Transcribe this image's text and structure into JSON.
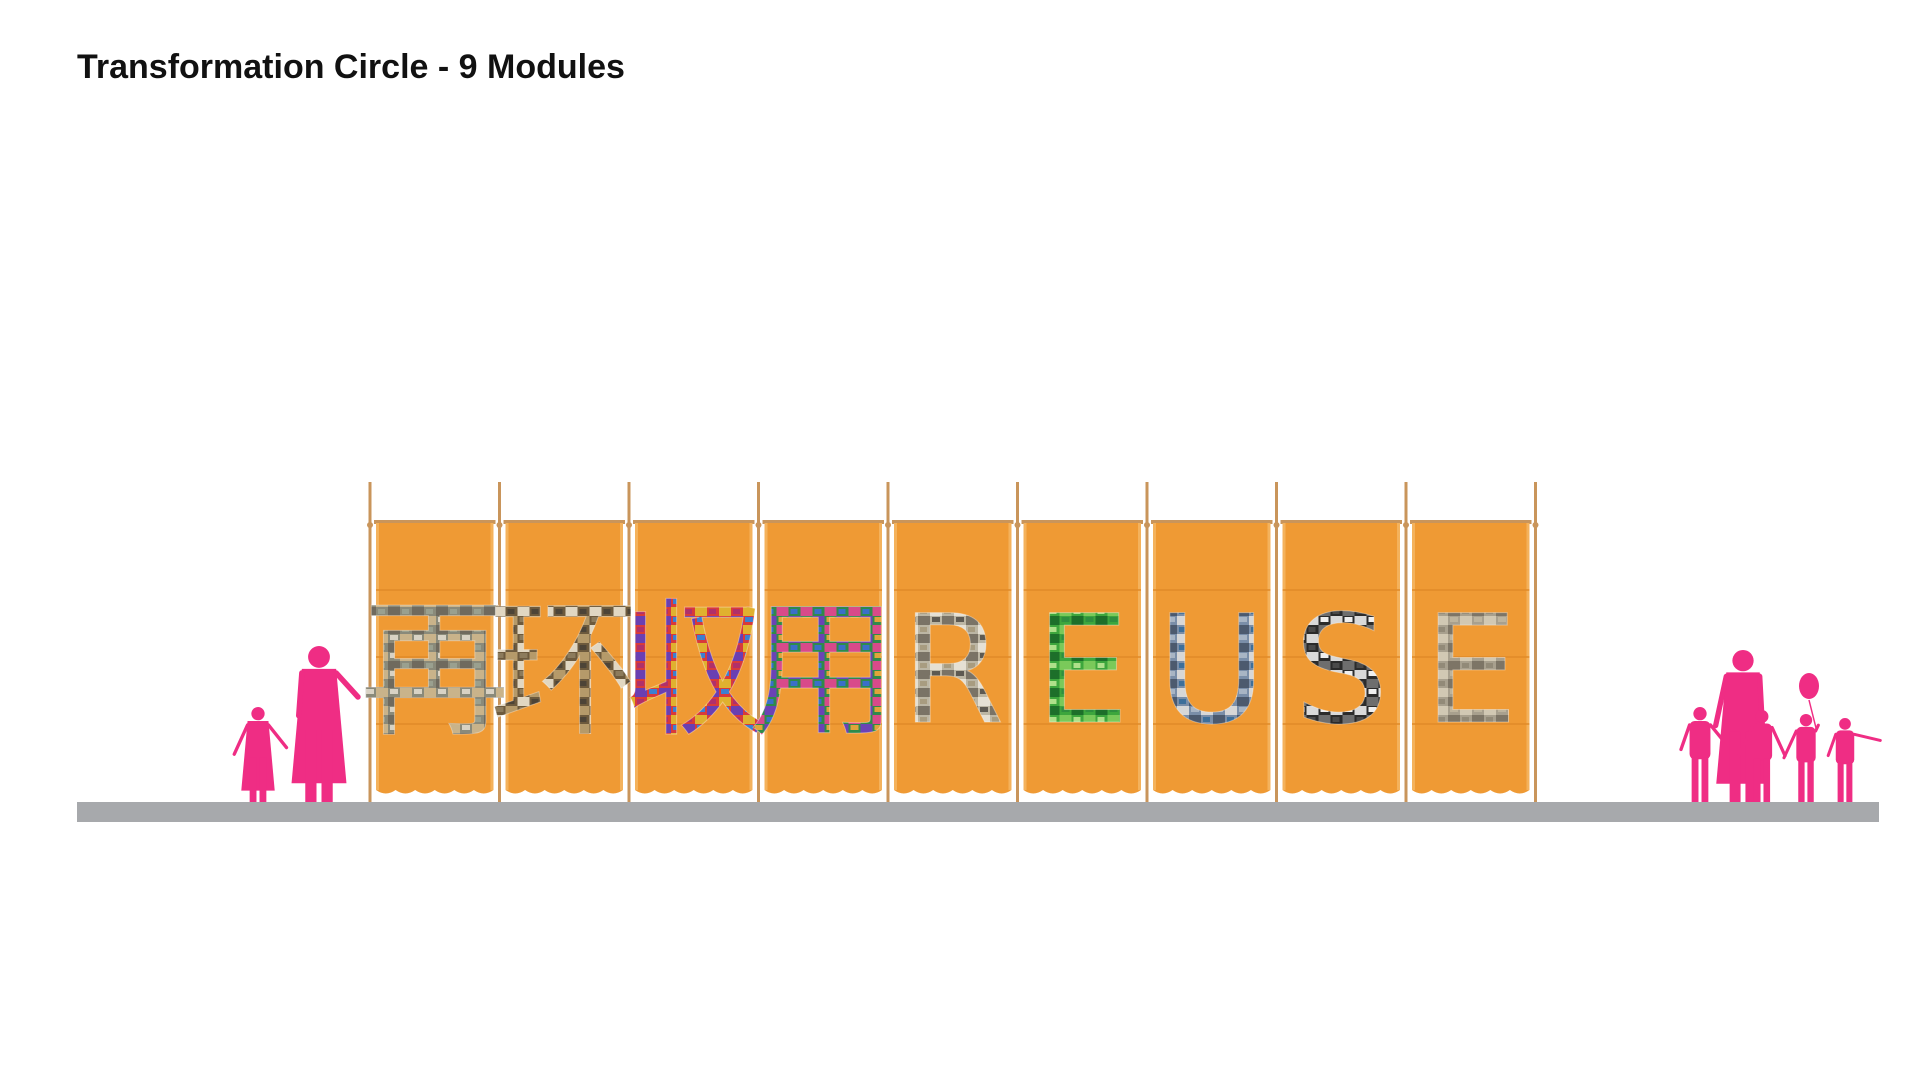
{
  "title": "Transformation Circle - 9 Modules",
  "colors": {
    "banner": "#ef9a34",
    "banner_edge": "#f4b25c",
    "pole": "#c9955b",
    "ground": "#a7a9ac",
    "figures": "#ef2d84"
  },
  "modules": [
    {
      "glyph": "再",
      "collage": [
        "#8a8a7a",
        "#c9b38a",
        "#6f6a5e",
        "#d8d2c4",
        "#9aa08f"
      ]
    },
    {
      "glyph": "环",
      "collage": [
        "#6d5a3d",
        "#b59a6a",
        "#e1d7c2",
        "#8c7b5c",
        "#4d4437"
      ]
    },
    {
      "glyph": "収",
      "collage": [
        "#d83a3a",
        "#6a3fb2",
        "#e0b12f",
        "#3c7fd1",
        "#b0306a"
      ]
    },
    {
      "glyph": "用",
      "collage": [
        "#2f8a4a",
        "#6b43b5",
        "#d84a8a",
        "#e0a43a",
        "#3a6fc9"
      ]
    },
    {
      "glyph": "R",
      "collage": [
        "#bcb6a4",
        "#7a7366",
        "#e5e0d4",
        "#5e5a52",
        "#a89c80"
      ]
    },
    {
      "glyph": "E",
      "collage": [
        "#3da63d",
        "#1d6f2a",
        "#7ac95a",
        "#2f8f3f",
        "#aee08a"
      ]
    },
    {
      "glyph": "U",
      "collage": [
        "#7a8ea8",
        "#d7d7d7",
        "#4c5a6e",
        "#a8b5c4",
        "#3e6f9a"
      ]
    },
    {
      "glyph": "S",
      "collage": [
        "#2b2b2b",
        "#d9d9d9",
        "#6e6e6e",
        "#efefef",
        "#4a4a4a"
      ]
    },
    {
      "glyph": "E",
      "collage": [
        "#a8a08e",
        "#d1c8b3",
        "#7d7566",
        "#bdb49e",
        "#928a78"
      ]
    }
  ]
}
